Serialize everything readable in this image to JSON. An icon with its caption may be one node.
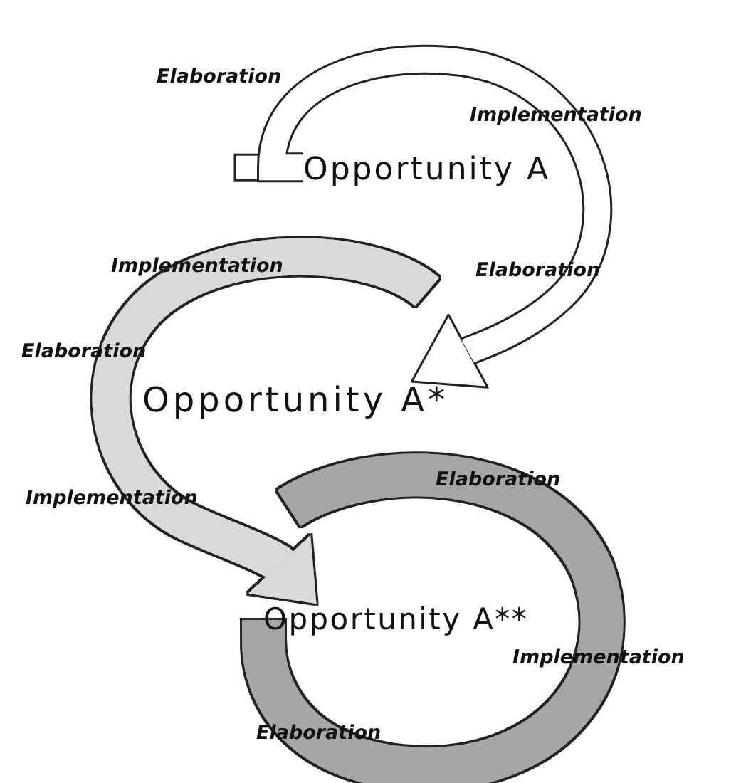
{
  "diagram": {
    "nodes": [
      {
        "text": [
          "Opportunity A"
        ]
      },
      {
        "text": [
          "Opportunity A*"
        ]
      },
      {
        "text": [
          "Opportunity A**"
        ]
      }
    ],
    "edges": [
      {
        "from": 0,
        "to": 1,
        "arrow": "to"
      },
      {
        "from": null,
        "to": 2,
        "arrow": "to",
        "color": "#d9d9d9"
      },
      {
        "from": null,
        "to": 2,
        "arrow": "none",
        "color": "#a6a6a6"
      }
    ],
    "labels": [
      "Elaboration",
      "Implementation",
      "Elaboration",
      "Implementation",
      "Elaboration",
      "Implementation",
      "Elaboration",
      "Implementation",
      "Elaboration"
    ]
  }
}
